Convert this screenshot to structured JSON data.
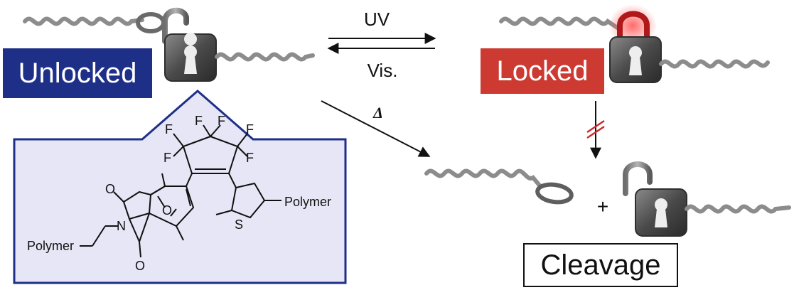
{
  "labels": {
    "unlocked": "Unlocked",
    "locked": "Locked",
    "cleavage": "Cleavage"
  },
  "arrows": {
    "forward_label": "UV",
    "reverse_label": "Vis.",
    "thermal_label": "Δ",
    "plus": "+"
  },
  "structure": {
    "polymer_left": "Polymer",
    "polymer_right": "Polymer",
    "atoms": {
      "fluorine": "F",
      "oxygen": "O",
      "nitrogen": "N",
      "sulfur": "S"
    }
  },
  "colors": {
    "unlocked_bg": "#1e2f88",
    "locked_bg": "#cc3a32",
    "panel_fill": "#e6e6f6",
    "panel_border": "#1e2f88",
    "lock_body": "#505050",
    "lock_shackle_locked": "#b0181a",
    "polymer_chain": "#8c8c8c",
    "blocked_marks": "#cc2a2a"
  }
}
